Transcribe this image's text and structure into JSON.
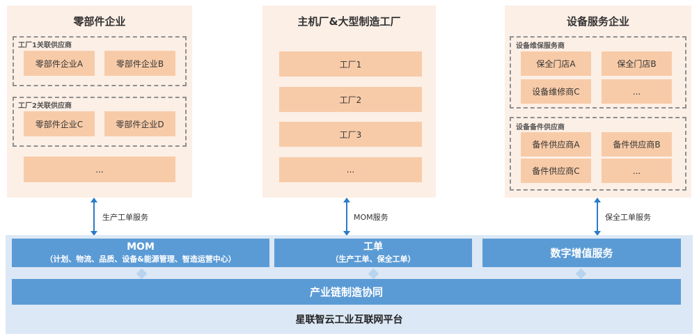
{
  "panels": {
    "parts": {
      "title": "零部件企业",
      "group1_label": "工厂1关联供应商",
      "group1_items": [
        "零部件企业A",
        "零部件企业B"
      ],
      "group2_label": "工厂2关联供应商",
      "group2_items": [
        "零部件企业C",
        "零部件企业D"
      ],
      "more": "..."
    },
    "oem": {
      "title": "主机厂&大型制造工厂",
      "items": [
        "工厂1",
        "工厂2",
        "工厂3",
        "..."
      ]
    },
    "service": {
      "title": "设备服务企业",
      "group1_label": "设备维保服务商",
      "group1_items": [
        "保全门店A",
        "保全门店B",
        "设备维修商C",
        "..."
      ],
      "group2_label": "设备备件供应商",
      "group2_items": [
        "备件供应商A",
        "备件供应商B",
        "备件供应商C",
        "..."
      ]
    }
  },
  "connectors": [
    "生产工单服务",
    "MOM服务",
    "保全工单服务"
  ],
  "platform": {
    "mom_title": "MOM",
    "mom_sub": "（计划、物流、品质、设备&能源管理、智造运营中心）",
    "workorder_title": "工单",
    "workorder_sub": "（生产工单、保全工单）",
    "value_service": "数字增值服务",
    "collab": "产业链制造协同",
    "name": "星联智云工业互联网平台"
  },
  "colors": {
    "panel_bg": "#fcefe6",
    "item_bg": "#f8cba8",
    "platform_bg": "#dce8f5",
    "blue": "#5b9bd5",
    "arrow": "#2a7cc7"
  }
}
